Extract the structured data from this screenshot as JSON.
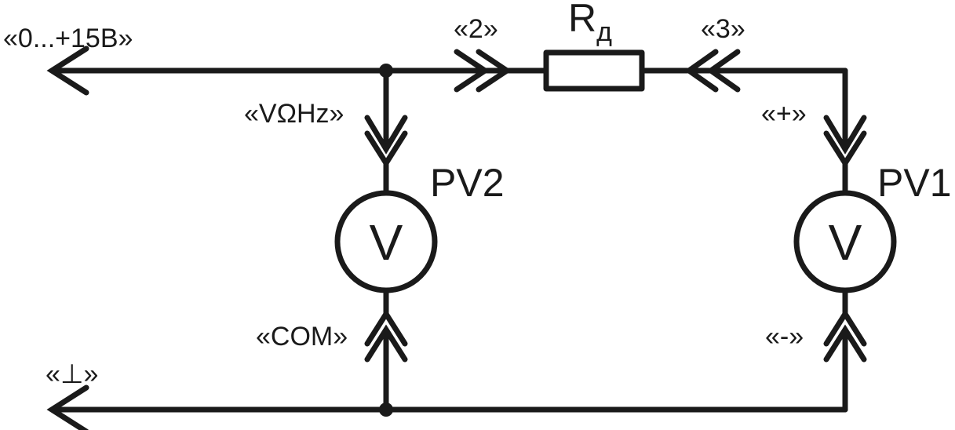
{
  "labels": {
    "input_voltage": "«0...+15В»",
    "ground": "«⊥»",
    "node2": "«2»",
    "node3": "«3»",
    "resistor_main": "R",
    "resistor_sub": "д",
    "pv2_input": "«VΩHz»",
    "pv2_com": "«COM»",
    "pv1_plus": "«+»",
    "pv1_minus": "«-»",
    "pv2_name": "PV2",
    "pv1_name": "PV1",
    "voltmeter_symbol": "V"
  }
}
